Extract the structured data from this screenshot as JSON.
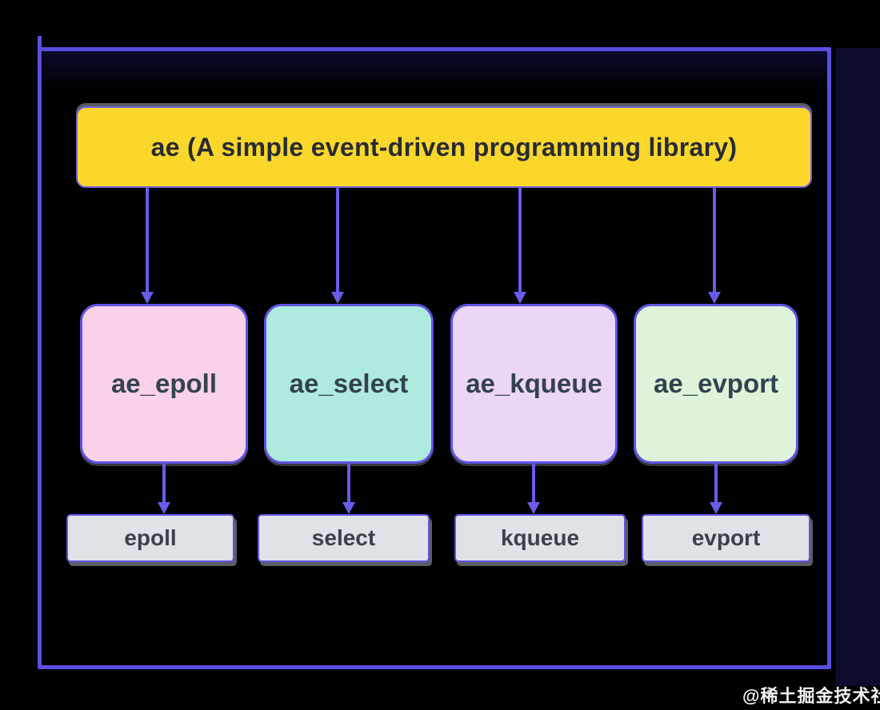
{
  "diagram": {
    "root": {
      "label": "ae (A simple event-driven programming library)",
      "color": "#fbd72c"
    },
    "middle_nodes": [
      {
        "id": "ae_epoll",
        "label": "ae_epoll",
        "color": "#f9d1e9"
      },
      {
        "id": "ae_select",
        "label": "ae_select",
        "color": "#aeebde"
      },
      {
        "id": "ae_kqueue",
        "label": "ae_kqueue",
        "color": "#ecd6f7"
      },
      {
        "id": "ae_evport",
        "label": "ae_evport",
        "color": "#def3da"
      }
    ],
    "bottom_nodes": [
      {
        "id": "epoll",
        "label": "epoll",
        "color": "#dfe2e7"
      },
      {
        "id": "select",
        "label": "select",
        "color": "#dfe2e7"
      },
      {
        "id": "kqueue",
        "label": "kqueue",
        "color": "#dfe2e7"
      },
      {
        "id": "evport",
        "label": "evport",
        "color": "#dfe2e7"
      }
    ],
    "edges": [
      {
        "from": "ae",
        "to": "ae_epoll"
      },
      {
        "from": "ae",
        "to": "ae_select"
      },
      {
        "from": "ae",
        "to": "ae_kqueue"
      },
      {
        "from": "ae",
        "to": "ae_evport"
      },
      {
        "from": "ae_epoll",
        "to": "epoll"
      },
      {
        "from": "ae_select",
        "to": "select"
      },
      {
        "from": "ae_kqueue",
        "to": "kqueue"
      },
      {
        "from": "ae_evport",
        "to": "evport"
      }
    ],
    "colors": {
      "background": "#000000",
      "border": "#5a4fe0",
      "arrow": "#685ceb",
      "title_text": "#272b33",
      "node_text": "#334250"
    },
    "watermark": "@稀土掘金技术社区"
  }
}
